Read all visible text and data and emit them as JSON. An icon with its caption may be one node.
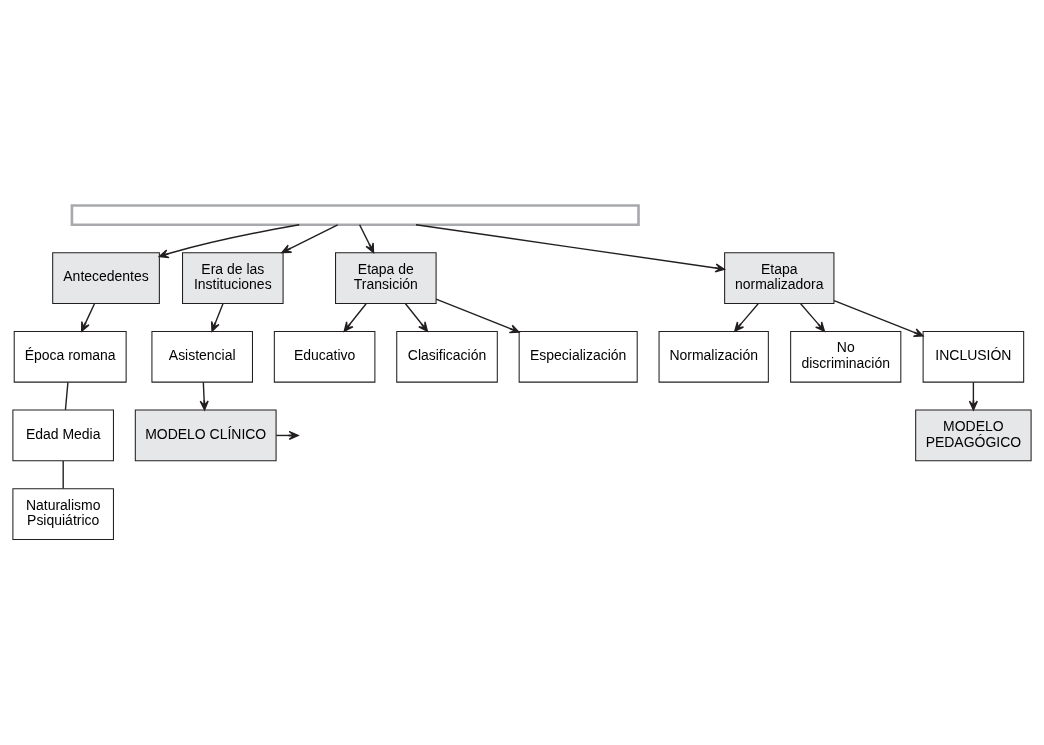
{
  "diagram": {
    "nodes": [
      {
        "text": [],
        "shape": "box"
      },
      {
        "text": [
          "Antecedentes"
        ]
      },
      {
        "text": [
          "Era de las Instituciones"
        ]
      },
      {
        "text": [
          "Etapa de Transición"
        ]
      },
      {
        "text": [
          "Etapa normalizadora"
        ]
      },
      {
        "text": [
          "Época romana"
        ]
      },
      {
        "text": [
          "Edad Media"
        ]
      },
      {
        "text": [
          "Naturalismo Psiquiátrico"
        ]
      },
      {
        "text": [
          "Asistencial"
        ]
      },
      {
        "text": [
          "MODELO CLÍNICO"
        ]
      },
      {
        "text": [
          "Educativo"
        ]
      },
      {
        "text": [
          "Clasificación"
        ]
      },
      {
        "text": [
          "Especialización"
        ]
      },
      {
        "text": [
          "Normalización"
        ]
      },
      {
        "text": [
          "No discriminación"
        ]
      },
      {
        "text": [
          "INCLUSIÓN"
        ]
      },
      {
        "text": [
          "MODELO PEDAGÓGICO"
        ]
      }
    ],
    "edges": [
      {
        "from": 0,
        "to": 1,
        "arrow": "to"
      },
      {
        "from": 0,
        "to": 2,
        "arrow": "to"
      },
      {
        "from": 0,
        "to": 3,
        "arrow": "to"
      },
      {
        "from": 0,
        "to": 4,
        "arrow": "to"
      },
      {
        "from": 1,
        "to": 5,
        "arrow": "to"
      },
      {
        "from": 5,
        "to": 6,
        "arrow": "none"
      },
      {
        "from": 6,
        "to": 7,
        "arrow": "none"
      },
      {
        "from": 2,
        "to": 8,
        "arrow": "to"
      },
      {
        "from": 8,
        "to": 9,
        "arrow": "to"
      },
      {
        "from": 3,
        "to": 10,
        "arrow": "to"
      },
      {
        "from": 3,
        "to": 11,
        "arrow": "to"
      },
      {
        "from": 3,
        "to": 12,
        "arrow": "to"
      },
      {
        "from": 9,
        "to": null,
        "arrow": "to"
      },
      {
        "from": 4,
        "to": 13,
        "arrow": "to"
      },
      {
        "from": 4,
        "to": 14,
        "arrow": "to"
      },
      {
        "from": 4,
        "to": 15,
        "arrow": "to"
      },
      {
        "from": 15,
        "to": 16,
        "arrow": "to"
      }
    ]
  }
}
